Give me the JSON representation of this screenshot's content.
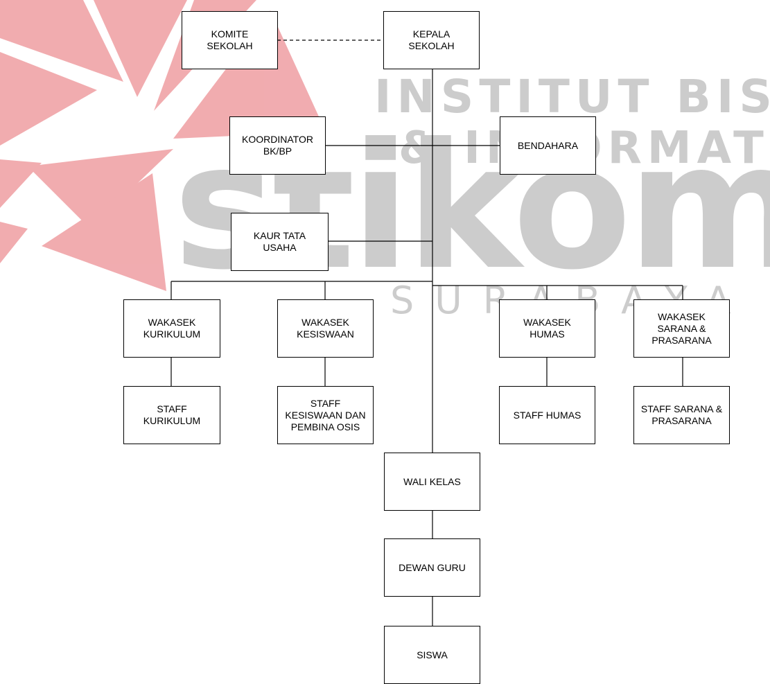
{
  "colors": {
    "line": "#000000",
    "box_border": "#000000",
    "watermark_red": "#ef9ea2",
    "watermark_gray": "#cccccc"
  },
  "watermark": {
    "line1": "INSTITUT BISNIS",
    "line2": "& INFORMATIKA",
    "logo": "stikom",
    "line3": "SURABAYA"
  },
  "org_chart": {
    "komite": "KOMITE\nSEKOLAH",
    "kepala": "KEPALA\nSEKOLAH",
    "koordinator": "KOORDINATOR\nBK/BP",
    "bendahara": "BENDAHARA",
    "kaur": "KAUR TATA\nUSAHA",
    "wakasek_kurikulum": "WAKASEK\nKURIKULUM",
    "wakasek_kesiswaan": "WAKASEK\nKESISWAAN",
    "wakasek_humas": "WAKASEK\nHUMAS",
    "wakasek_sarana": "WAKASEK\nSARANA &\nPRASARANA",
    "staff_kurikulum": "STAFF\nKURIKULUM",
    "staff_kesiswaan": "STAFF\nKESISWAAN DAN\nPEMBINA OSIS",
    "staff_humas": "STAFF HUMAS",
    "staff_sarana": "STAFF SARANA &\nPRASARANA",
    "wali_kelas": "WALI KELAS",
    "dewan_guru": "DEWAN GURU",
    "siswa": "SISWA"
  }
}
